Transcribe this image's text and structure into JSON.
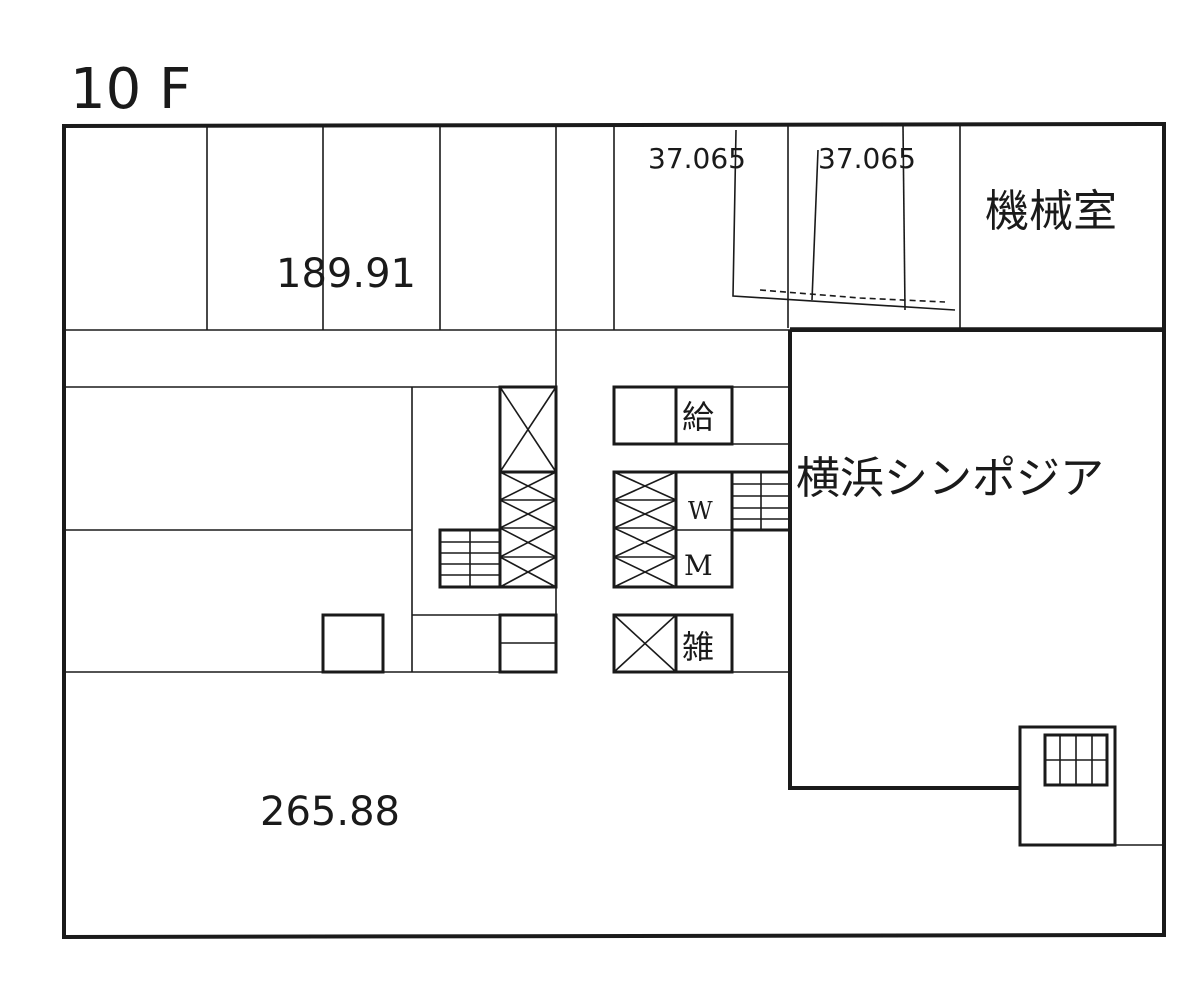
{
  "floor": {
    "label": "10 F"
  },
  "areas": {
    "north_office": "189.91",
    "south_office": "265.88",
    "unit_a": "37.065",
    "unit_b": "37.065"
  },
  "rooms": {
    "machine_room": "機械室",
    "symposia": "横浜シンポジア",
    "kyutou": "給",
    "zatsu": "雑",
    "women_wc": "W",
    "men_wc": "M"
  }
}
